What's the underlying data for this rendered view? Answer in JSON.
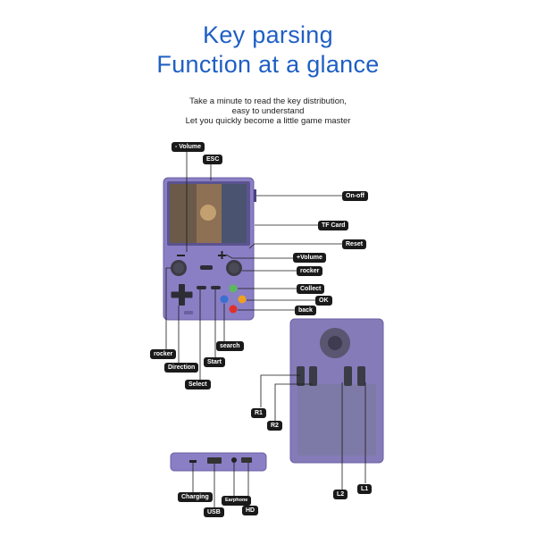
{
  "header": {
    "title_line1": "Key parsing",
    "title_line2": "Function at a glance",
    "sub_line1": "Take a minute to read the key distribution,",
    "sub_line2": "easy to understand",
    "sub_line3": "Let you quickly become a little game master"
  },
  "labels": {
    "volume_minus": "- Volume",
    "esc": "ESC",
    "on_off": "On-off",
    "tf_card": "TF Card",
    "reset": "Reset",
    "volume_plus": "+Volume",
    "rocker_right": "rocker",
    "collect": "Collect",
    "ok": "OK",
    "back": "back",
    "rocker_left": "rocker",
    "direction": "Direction",
    "search": "search",
    "start": "Start",
    "select": "Select",
    "r1": "R1",
    "r2": "R2",
    "l2": "L2",
    "l1": "L1",
    "charging": "Charging",
    "usb": "USB",
    "earphone": "Earphone",
    "hd": "HD"
  },
  "colors": {
    "title_blue": "#1f5fc4",
    "device_purple": "#8a7fc4",
    "label_bg": "#1a1a1a"
  }
}
